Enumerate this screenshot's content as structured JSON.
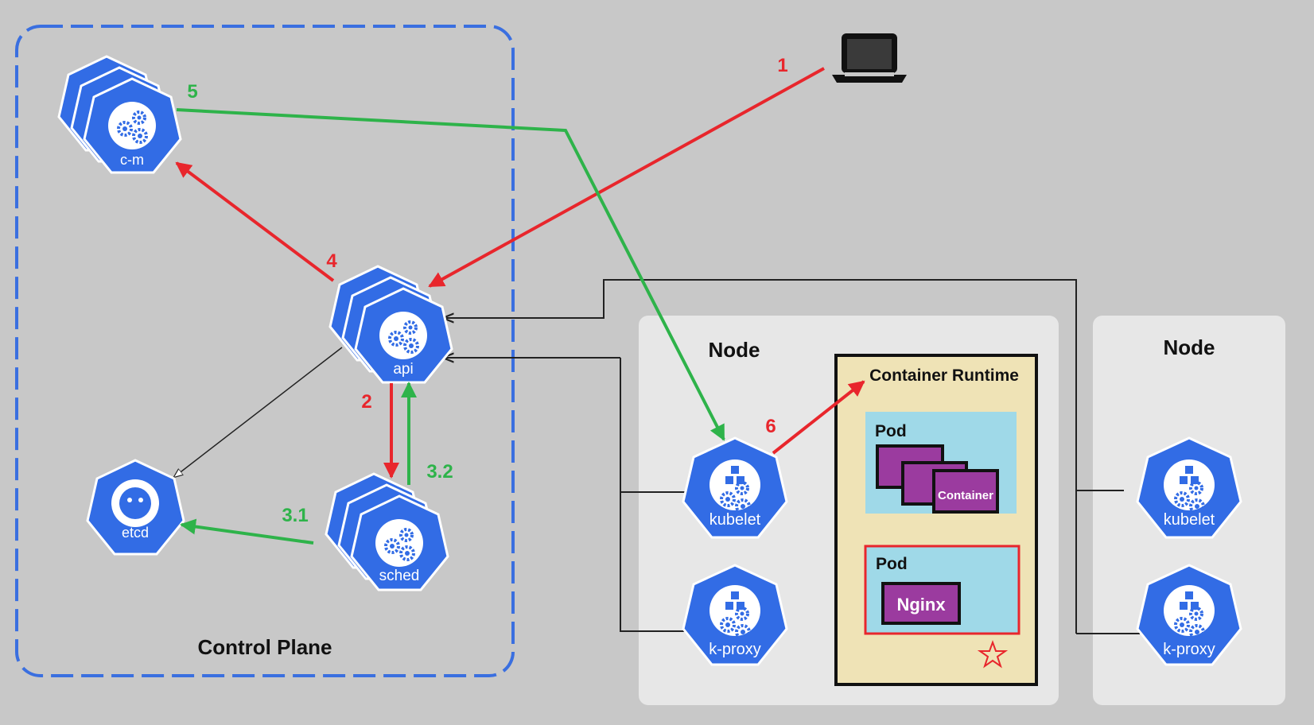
{
  "control_plane": {
    "label": "Control Plane"
  },
  "components": {
    "cm": "c-m",
    "api": "api",
    "etcd": "etcd",
    "sched": "sched"
  },
  "node1": {
    "title": "Node",
    "kubelet": "kubelet",
    "kproxy": "k-proxy",
    "runtime_title": "Container Runtime",
    "pod1": {
      "label": "Pod",
      "container_label": "Container"
    },
    "pod2": {
      "label": "Pod",
      "nginx_label": "Nginx"
    }
  },
  "node2": {
    "title": "Node",
    "kubelet": "kubelet",
    "kproxy": "k-proxy"
  },
  "steps": {
    "s1": "1",
    "s2": "2",
    "s31": "3.1",
    "s32": "3.2",
    "s4": "4",
    "s5": "5",
    "s6": "6"
  },
  "colors": {
    "k8s_blue": "#326ce5",
    "red": "#e8262c",
    "green": "#2eb34a",
    "pod_bg": "#9fd9e8",
    "container_purple": "#9b3b9f",
    "runtime_bg": "#efe3b6"
  },
  "icons": {
    "laptop": "laptop-icon",
    "star": "star-icon",
    "gears": "gears-icon",
    "cubes": "cubes-icon"
  }
}
